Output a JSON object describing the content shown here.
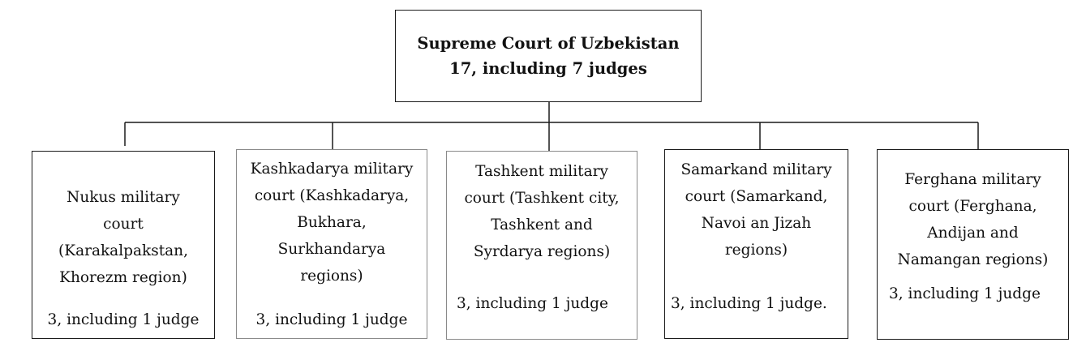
{
  "root": {
    "lines": [
      "Supreme Court of Uzbekistan",
      "17, including 7 judges"
    ]
  },
  "courts": [
    {
      "name_lines": [
        "Nukus military",
        "court",
        "(Karakalpakstan,",
        "Khorezm region)"
      ],
      "staff": "3, including 1 judge"
    },
    {
      "name_lines": [
        "Kashkadarya military",
        "court (Kashkadarya,",
        "Bukhara,",
        "Surkhandarya",
        "regions)"
      ],
      "staff": "3, including 1 judge"
    },
    {
      "name_lines": [
        "Tashkent military",
        "court (Tashkent city,",
        "Tashkent and",
        "Syrdarya regions)"
      ],
      "staff": "3, including 1 judge"
    },
    {
      "name_lines": [
        "Samarkand military",
        "court (Samarkand,",
        "Navoi an Jizah",
        "regions)"
      ],
      "staff": "3, including 1 judge."
    },
    {
      "name_lines": [
        "Ferghana military",
        "court (Ferghana,",
        "Andijan and",
        "Namangan regions)"
      ],
      "staff": "3, including 1 judge"
    }
  ],
  "colors": {
    "border_dark": "#1a1a1a",
    "border_grey": "#8a8a8a",
    "text": "#111111"
  }
}
